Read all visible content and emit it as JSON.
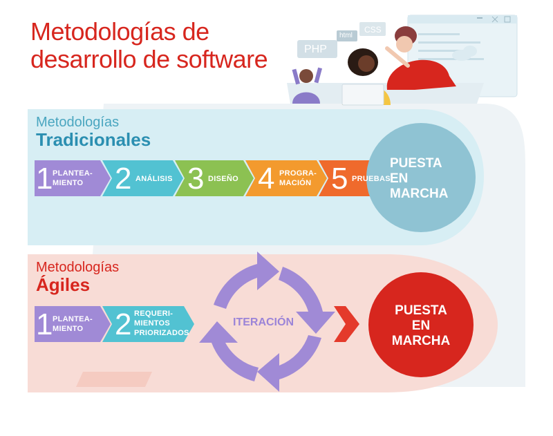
{
  "title": {
    "line1": "Metodologías de",
    "line2": "desarrollo de software"
  },
  "illustration": {
    "tags": [
      "PHP",
      "html",
      "CSS"
    ]
  },
  "traditional": {
    "label_small": "Metodologías",
    "label_big": "Tradicionales",
    "steps": [
      {
        "num": "1",
        "label1": "PLANTEA-",
        "label2": "MIENTO",
        "color": "#a08ad6"
      },
      {
        "num": "2",
        "label1": "ANÁLISIS",
        "label2": "",
        "color": "#52c2d2"
      },
      {
        "num": "3",
        "label1": "DISEÑO",
        "label2": "",
        "color": "#8cc152"
      },
      {
        "num": "4",
        "label1": "PROGRA-",
        "label2": "MACIÓN",
        "color": "#f39a2e"
      },
      {
        "num": "5",
        "label1": "PRUEBAS",
        "label2": "",
        "color": "#ef6a2c"
      }
    ],
    "final_line1": "PUESTA",
    "final_line2": "EN",
    "final_line3": "MARCHA",
    "final_color": "#8fc3d3",
    "band_color": "#d7eef4"
  },
  "agile": {
    "label_small": "Metodologías",
    "label_big": "Ágiles",
    "steps": [
      {
        "num": "1",
        "label1": "PLANTEA-",
        "label2": "MIENTO",
        "label3": "",
        "color": "#a08ad6"
      },
      {
        "num": "2",
        "label1": "REQUERI-",
        "label2": "MIENTOS",
        "label3": "PRIORIZADOS",
        "color": "#52c2d2"
      }
    ],
    "iteration": "ITERACIÓN",
    "iteration_color": "#a08ad6",
    "final_line1": "PUESTA",
    "final_line2": "EN",
    "final_line3": "MARCHA",
    "final_color": "#d7261e",
    "band_color": "#f8dcd6"
  }
}
